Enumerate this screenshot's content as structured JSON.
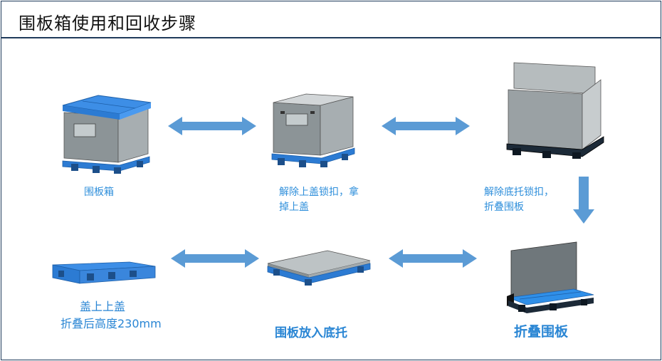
{
  "title": "围板箱使用和回收步骤",
  "steps": {
    "s1": "围板箱",
    "s2_line1": "解除上盖锁扣，拿",
    "s2_line2": "掉上盖",
    "s3_line1": "解除底托锁扣，",
    "s3_line2": "折叠围板",
    "s4": "折叠围板",
    "s5": "围板放入底托",
    "s6_line1": "盖上上盖",
    "s6_line2": "折叠后高度230mm"
  },
  "colors": {
    "accent": "#2f8fdb",
    "arrow": "#5b9bd5",
    "border": "#1f3a5a"
  }
}
